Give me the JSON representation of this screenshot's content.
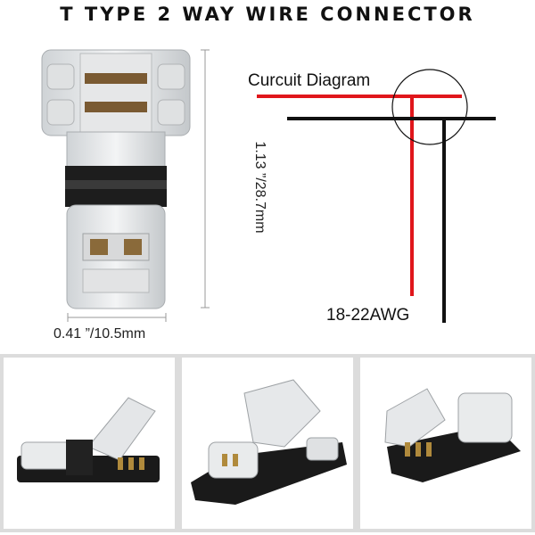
{
  "title": "T TYPE 2 WAY WIRE CONNECTOR",
  "dimensions": {
    "height_label": "1.13 ”/28.7mm",
    "width_label": "0.41 ”/10.5mm"
  },
  "diagram": {
    "label": "Curcuit Diagram",
    "gauge_label": "18-22AWG",
    "wire_colors": {
      "red": "#e0161b",
      "black": "#111111"
    }
  },
  "photos": [
    {
      "view": "open connector side view"
    },
    {
      "view": "open connector angled view"
    },
    {
      "view": "open connector end view"
    }
  ]
}
